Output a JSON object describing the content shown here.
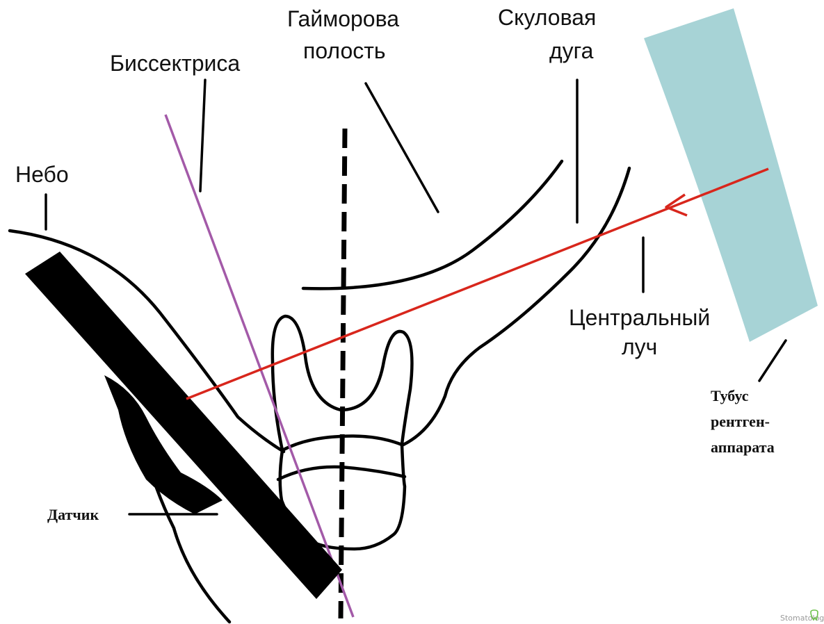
{
  "labels": {
    "palate": "Небо",
    "bisector": "Биссектриса",
    "maxillary_sinus_line1": "Гайморова",
    "maxillary_sinus_line2": "полость",
    "zygomatic_arch_line1": "Скуловая",
    "zygomatic_arch_line2": "дуга",
    "central_ray_line1": "Центральный",
    "central_ray_line2": "луч",
    "tube_line1": "Тубус",
    "tube_line2": "рентген-",
    "tube_line3": "аппарата",
    "sensor": "Датчик"
  },
  "watermark": "Stomatology",
  "colors": {
    "outline": "#000000",
    "bisector_line": "#a35aa8",
    "central_ray": "#d8261c",
    "xray_tube": "#a7d3d6",
    "sensor": "#000000"
  }
}
